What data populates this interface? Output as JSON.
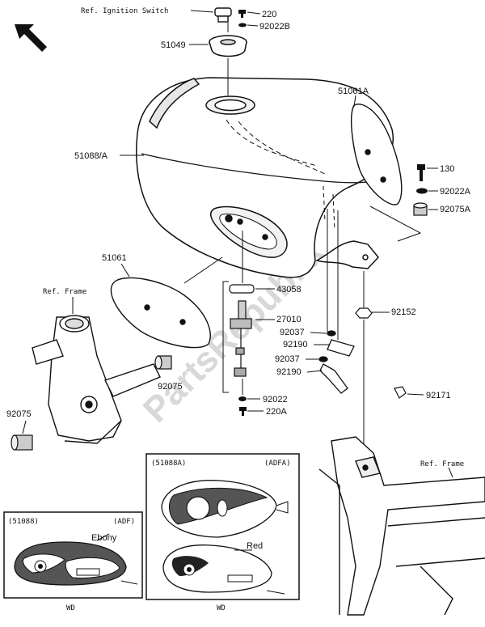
{
  "watermark": "PartsRepublik",
  "refs": {
    "ignition": "Ref. Ignition Switch",
    "frame_left": "Ref. Frame",
    "frame_right": "Ref. Frame"
  },
  "parts": {
    "p220": "220",
    "p92022B": "92022B",
    "p51049": "51049",
    "p51061A": "51061A",
    "p51088A": "51088/A",
    "p130": "130",
    "p92022A": "92022A",
    "p92075A": "92075A",
    "p51061": "51061",
    "p43058": "43058",
    "p27010": "27010",
    "p92152": "92152",
    "p92037a": "92037",
    "p92190a": "92190",
    "p92037b": "92037",
    "p92190b": "92190",
    "p92075": "92075",
    "p92171": "92171",
    "p92022": "92022",
    "p220A": "220A",
    "p92075L": "92075"
  },
  "inset_left": {
    "code": "(51088)",
    "variant": "(ADF)",
    "color": "Ebony",
    "footer": "WD"
  },
  "inset_right": {
    "code": "(51088A)",
    "variant": "(ADFA)",
    "color": "Red",
    "footer": "WD"
  }
}
